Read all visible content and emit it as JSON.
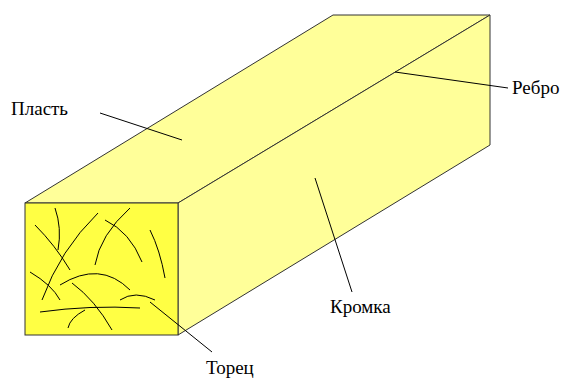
{
  "diagram": {
    "labels": [
      "Пласть",
      "Ребро",
      "Кромка",
      "Торец"
    ]
  }
}
